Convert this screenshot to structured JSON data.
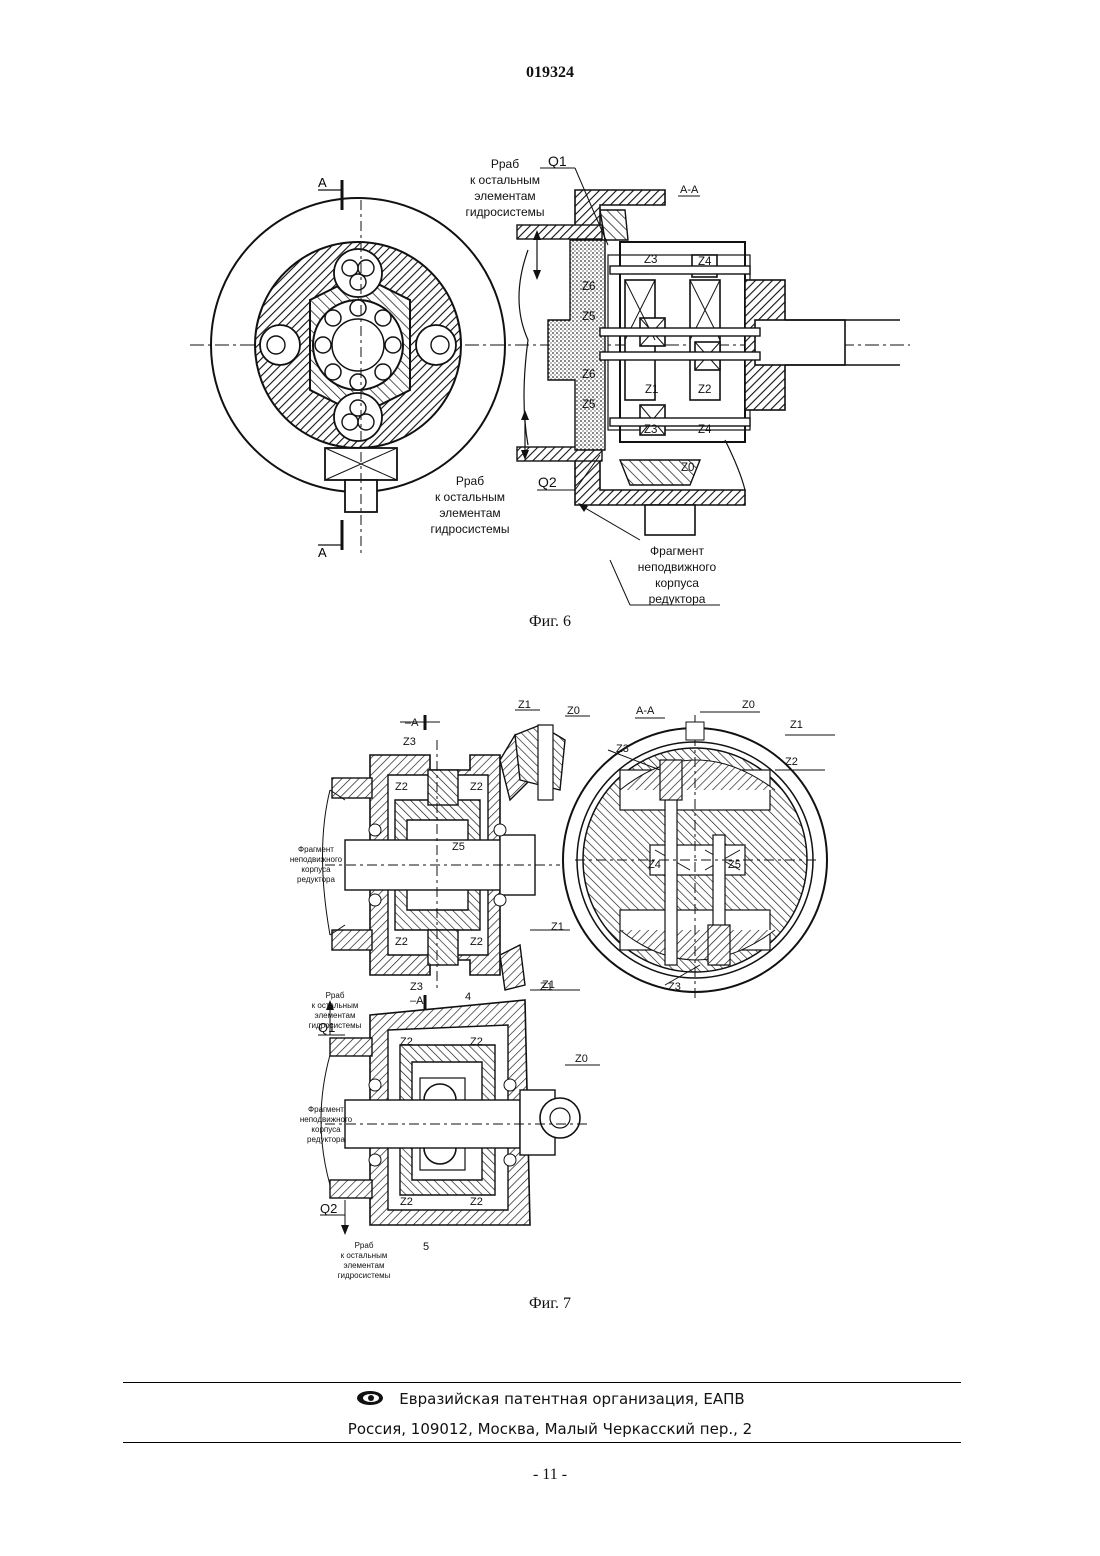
{
  "patent_number": "019324",
  "figure6": {
    "caption": "Фиг. 6",
    "section_label": "А-А",
    "cut_mark": "А",
    "labels": {
      "q1": "Q1",
      "q2": "Q2",
      "z0": "Z0",
      "z1": "Z1",
      "z2": "Z2",
      "z3": "Z3",
      "z4": "Z4",
      "z5": "Z5",
      "z6": "Z6",
      "prab_top": [
        "Рраб",
        "к остальным",
        "элементам",
        "гидросистемы"
      ],
      "prab_bottom": [
        "Рраб",
        "к остальным",
        "элементам",
        "гидросистемы"
      ],
      "housing": [
        "Фрагмент",
        "неподвижного",
        "корпуса",
        "редуктора"
      ]
    }
  },
  "figure7": {
    "caption": "Фиг. 7",
    "section_label": "А-А",
    "cut_mark": "–А",
    "labels": {
      "q1": "Q1",
      "q2": "Q2",
      "z0": "Z0",
      "z1": "Z1",
      "z2": "Z2",
      "z3": "Z3",
      "z4": "Z4",
      "z5": "Z5",
      "n4": "4",
      "n5": "5",
      "prab": [
        "Рраб",
        "к остальным",
        "элементам",
        "гидросистемы"
      ],
      "housing": [
        "Фрагмент",
        "неподвижного",
        "корпуса",
        "редуктора"
      ]
    }
  },
  "footer": {
    "org": "Евразийская патентная организация, ЕАПВ",
    "address": "Россия, 109012, Москва, Малый Черкасский пер., 2",
    "page": "- 11 -",
    "logo_icon": "eye-logo-icon"
  }
}
